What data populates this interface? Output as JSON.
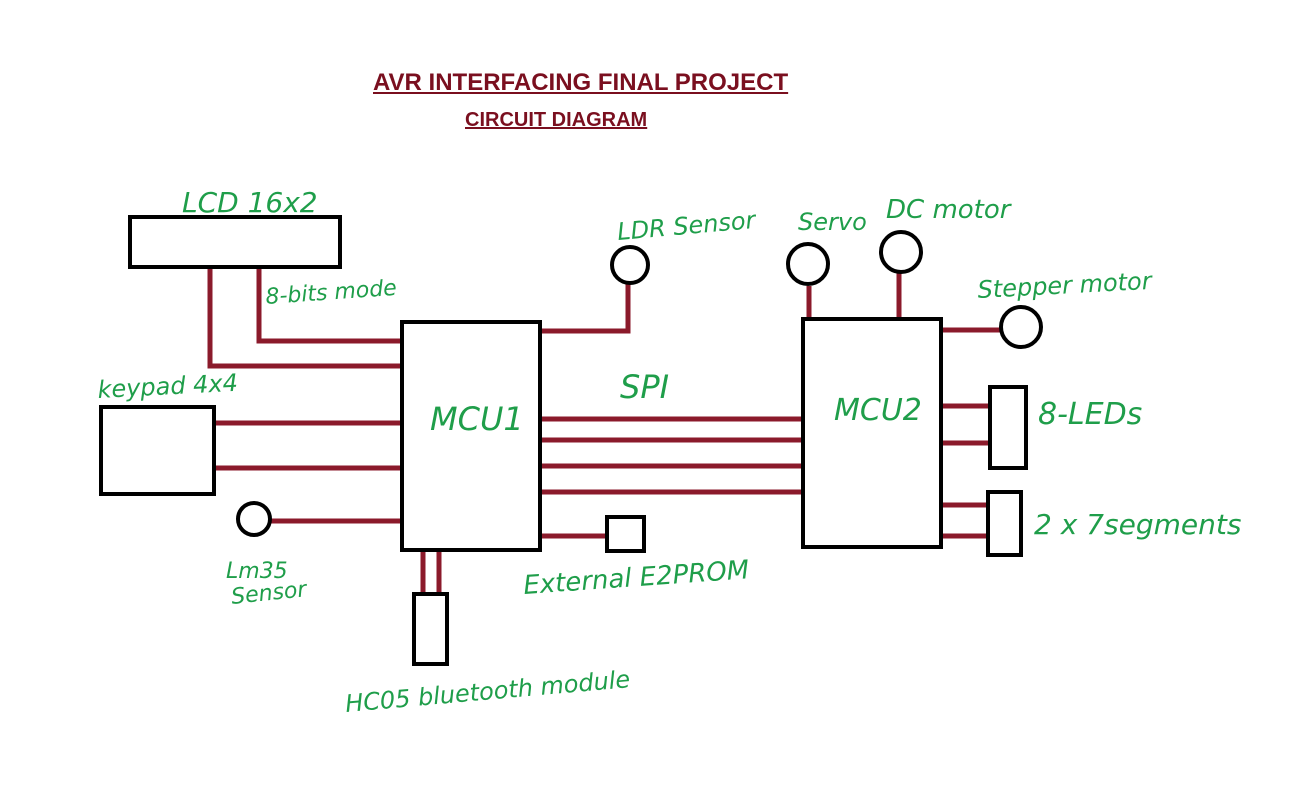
{
  "header": {
    "title": "AVR INTERFACING FINAL PROJECT",
    "subtitle": "CIRCUIT DIAGRAM"
  },
  "labels": {
    "lcd": "LCD 16x2",
    "lcd_mode": "8-bits mode",
    "keypad": "keypad 4x4",
    "lm35_line1": "Lm35",
    "lm35_line2": "Sensor",
    "mcu1": "MCU1",
    "mcu2": "MCU2",
    "ldr": "LDR Sensor",
    "spi": "SPI",
    "servo": "Servo",
    "dc_motor": "DC motor",
    "stepper": "Stepper motor",
    "leds": "8-LEDs",
    "seven_seg": "2 x 7segments",
    "eeprom": "External E2PROM",
    "bluetooth": "HC05 bluetooth module"
  },
  "colors": {
    "wire": "#8b1a2b",
    "outline": "#000000",
    "handwriting": "#1f9e4a",
    "title": "#7a0f1f"
  }
}
